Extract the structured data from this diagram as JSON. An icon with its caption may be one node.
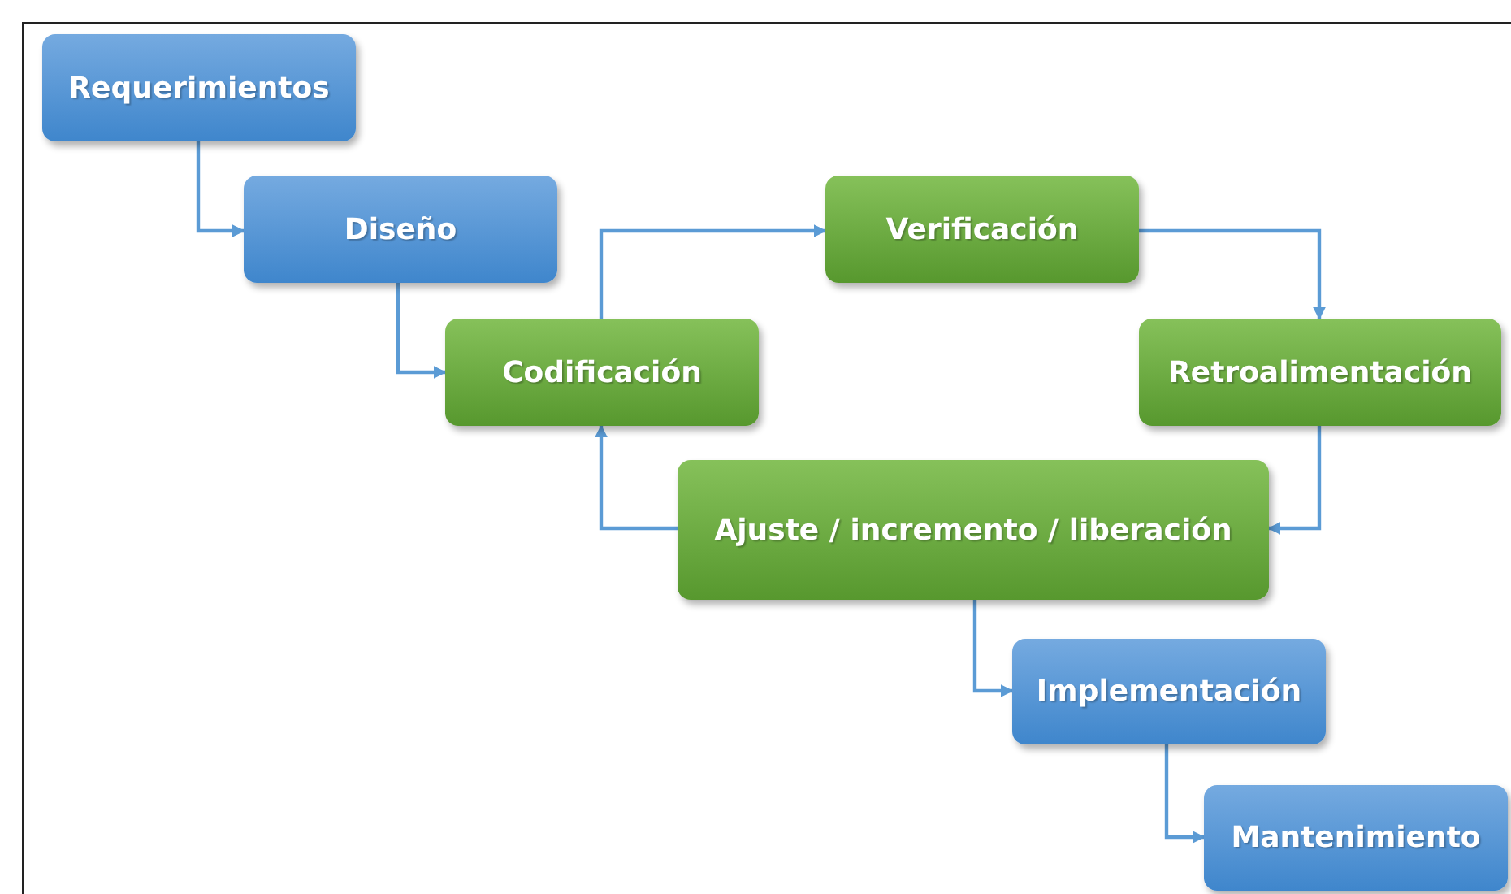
{
  "diagram": {
    "nodes": [
      {
        "text": [
          "Requerimientos"
        ]
      },
      {
        "text": [
          "Diseño"
        ]
      },
      {
        "text": [
          "Codificación"
        ]
      },
      {
        "text": [
          "Verificación"
        ]
      },
      {
        "text": [
          "Retroalimentación"
        ]
      },
      {
        "text": [
          "Ajuste / incremento / liberación"
        ]
      },
      {
        "text": [
          "Implementación"
        ]
      },
      {
        "text": [
          "Mantenimiento"
        ]
      }
    ],
    "edges": [
      {
        "from": 0,
        "to": 1,
        "arrow": "to"
      },
      {
        "from": 1,
        "to": 2,
        "arrow": "to"
      },
      {
        "from": 2,
        "to": 3,
        "arrow": "to"
      },
      {
        "from": 3,
        "to": 4,
        "arrow": "to"
      },
      {
        "from": 4,
        "to": 5,
        "arrow": "to"
      },
      {
        "from": 5,
        "to": 2,
        "arrow": "to"
      },
      {
        "from": 5,
        "to": 6,
        "arrow": "to"
      },
      {
        "from": 6,
        "to": 7,
        "arrow": "to"
      }
    ]
  }
}
